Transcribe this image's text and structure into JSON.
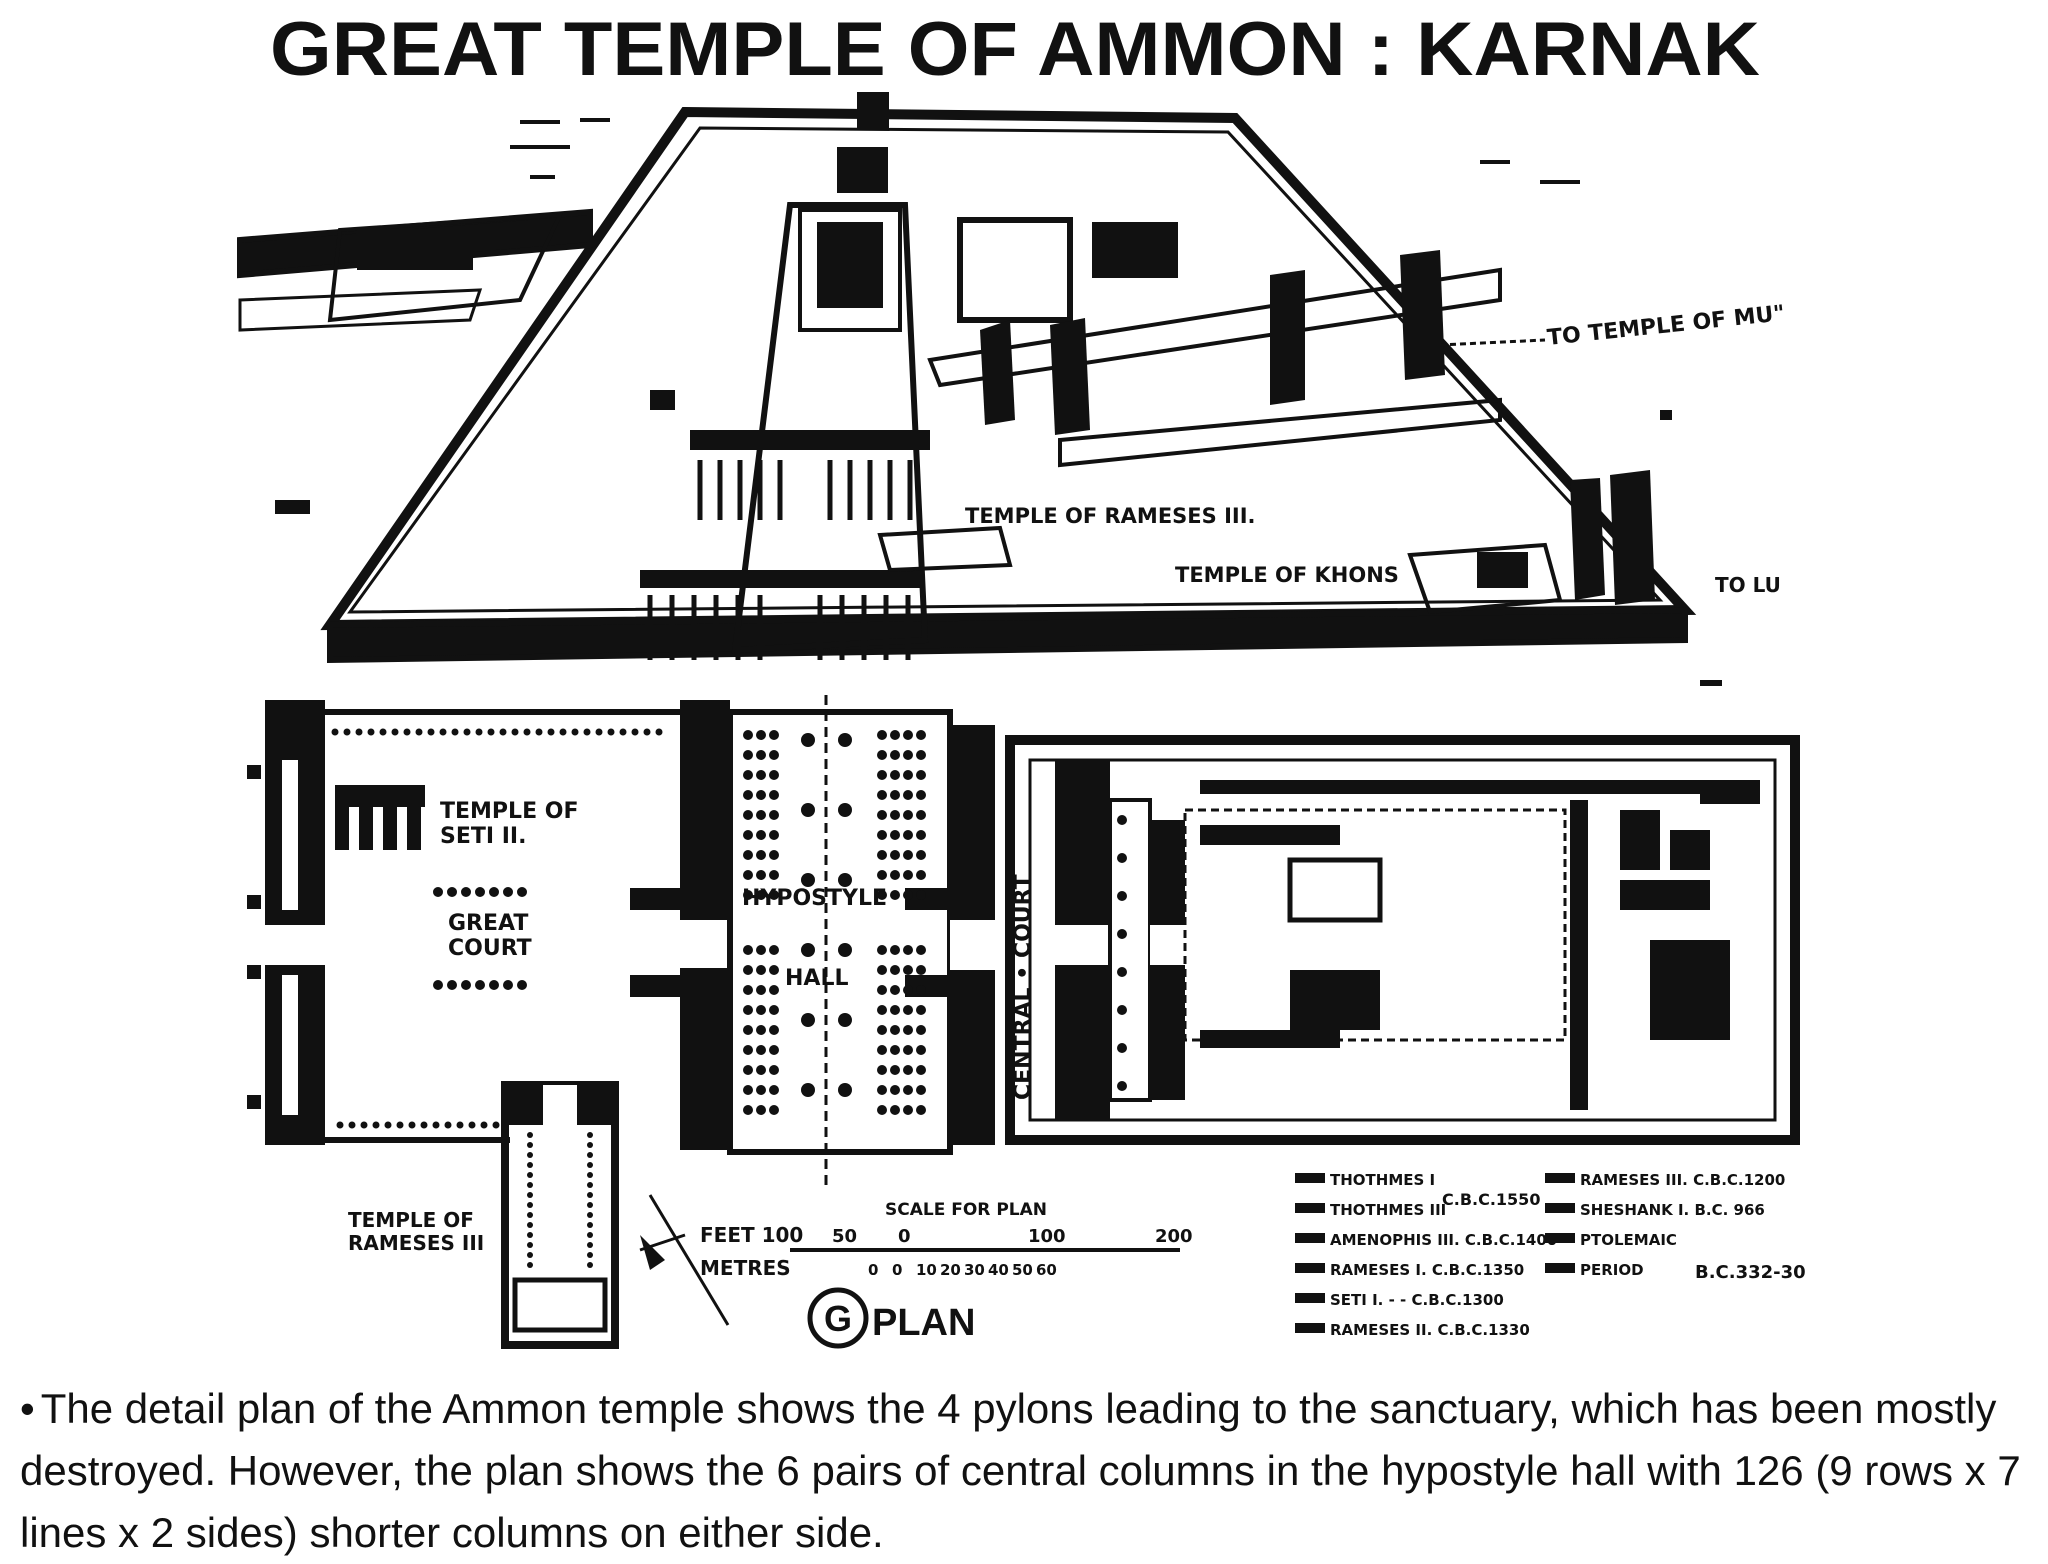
{
  "title": "GREAT TEMPLE OF AMMON : KARNAK",
  "aerial_labels": {
    "to_temple_of_mut": "TO TEMPLE OF MU\"",
    "temple_of_rameses_iii": "TEMPLE OF RAMESES III.",
    "temple_of_khons": "TEMPLE OF KHONS",
    "to_luxor": "TO LU"
  },
  "plan_labels": {
    "temple_of_seti_line1": "TEMPLE OF",
    "temple_of_seti_line2": "SETI II.",
    "great_court_line1": "GREAT",
    "great_court_line2": "COURT",
    "hypostyle": "HYPOSTYLE",
    "hall": "HALL",
    "central_court": "CENTRAL • COURT",
    "temple_of_rameses_line1": "TEMPLE OF",
    "temple_of_rameses_line2": "RAMESES III"
  },
  "scale": {
    "title": "SCALE FOR PLAN",
    "feet_label": "FEET 100",
    "feet_ticks": [
      "50",
      "0",
      "100",
      "200"
    ],
    "metres_label": "METRES",
    "metres_ticks": [
      "0",
      "0",
      "10",
      "20",
      "30",
      "40",
      "50",
      "60"
    ]
  },
  "plan_title": "PLAN",
  "plan_letter": "G",
  "legend": {
    "left": [
      "THOTHMES I",
      "THOTHMES III",
      "AMENOPHIS III. C.B.C.1400",
      "RAMESES I.  C.B.C.1350",
      "SETI I. - - C.B.C.1300",
      "RAMESES II. C.B.C.1330"
    ],
    "left_date": "C.B.C.1550",
    "right": [
      "RAMESES III. C.B.C.1200",
      "SHESHANK I.   B.C. 966",
      "PTOLEMAIC",
      "PERIOD"
    ],
    "right_date": "B.C.332-30"
  },
  "caption": {
    "bullet": "•",
    "text": "The detail plan of the Ammon temple shows the 4 pylons leading to the sanctuary, which has been mostly destroyed. However, the plan shows the 6 pairs of central columns in the hypostyle hall with 126 (9 rows x 7 lines x 2 sides) shorter columns on either side."
  },
  "colors": {
    "ink": "#111111",
    "paper": "#ffffff"
  }
}
